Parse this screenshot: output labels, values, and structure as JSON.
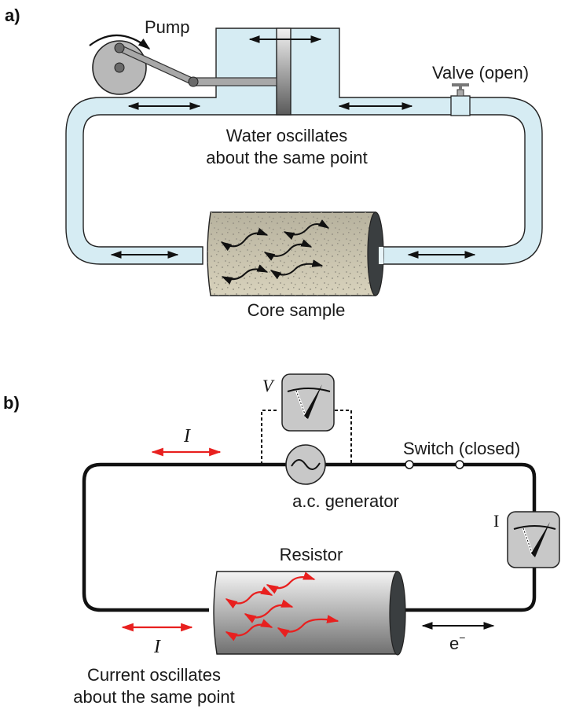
{
  "panel_a": {
    "label": "a)",
    "pump_label": "Pump",
    "valve_label": "Valve (open)",
    "caption_line1": "Water oscillates",
    "caption_line2": "about the same point",
    "sample_label": "Core sample",
    "colors": {
      "water": "#d6ecf3",
      "pump": "#b8b8b8",
      "sample": "#c9c3ae",
      "arrow": "#111111"
    }
  },
  "panel_b": {
    "label": "b)",
    "voltmeter_label": "V",
    "current_label_top": "I",
    "current_label_bottom": "I",
    "ammeter_label": "I",
    "switch_label": "Switch (closed)",
    "generator_label": "a.c. generator",
    "resistor_label": "Resistor",
    "electron_label": "e",
    "electron_sup": "−",
    "caption_line1": "Current oscillates",
    "caption_line2": "about the same point",
    "colors": {
      "wire": "#111111",
      "current_arrow": "#e8201f",
      "meter": "#c8c8c8"
    }
  }
}
